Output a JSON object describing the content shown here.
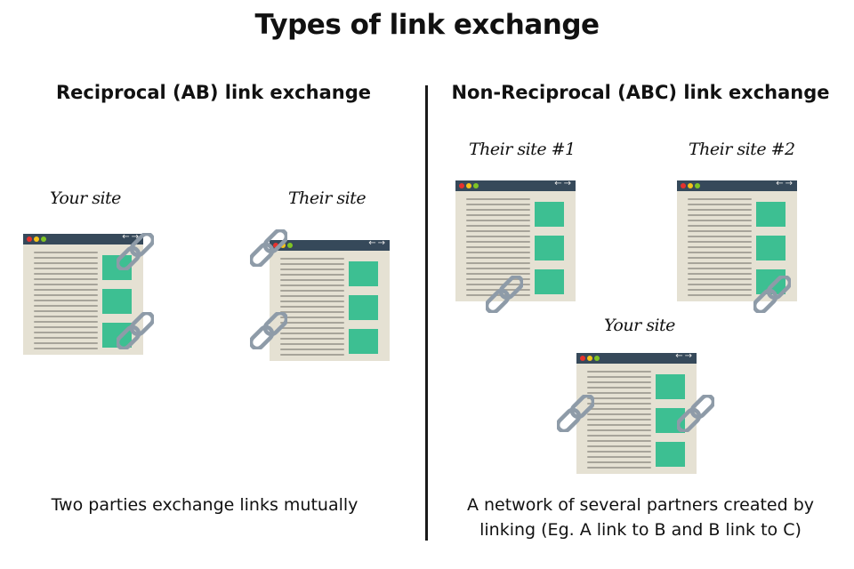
{
  "title": "Types of link exchange",
  "left": {
    "heading": "Reciprocal (AB) link exchange",
    "your_site_label": "Your site",
    "their_site_label": "Their site",
    "caption": "Two parties exchange links mutually"
  },
  "right": {
    "heading": "Non-Reciprocal (ABC) link exchange",
    "their_site_1_label": "Their site #1",
    "their_site_2_label": "Their site #2",
    "your_site_label": "Your site",
    "caption_line1": "A network of several partners created by",
    "caption_line2": "linking (Eg. A link to B and B link to C)"
  },
  "colors": {
    "window_body": "#e5e1d3",
    "window_bar": "#36495a",
    "content_block": "#3dbf92",
    "chain": "#8e9ba8",
    "dot_red": "#e5322d",
    "dot_yellow": "#f4c318",
    "dot_green": "#7fc424"
  },
  "icons": [
    "browser-window-icon",
    "chain-link-icon"
  ]
}
